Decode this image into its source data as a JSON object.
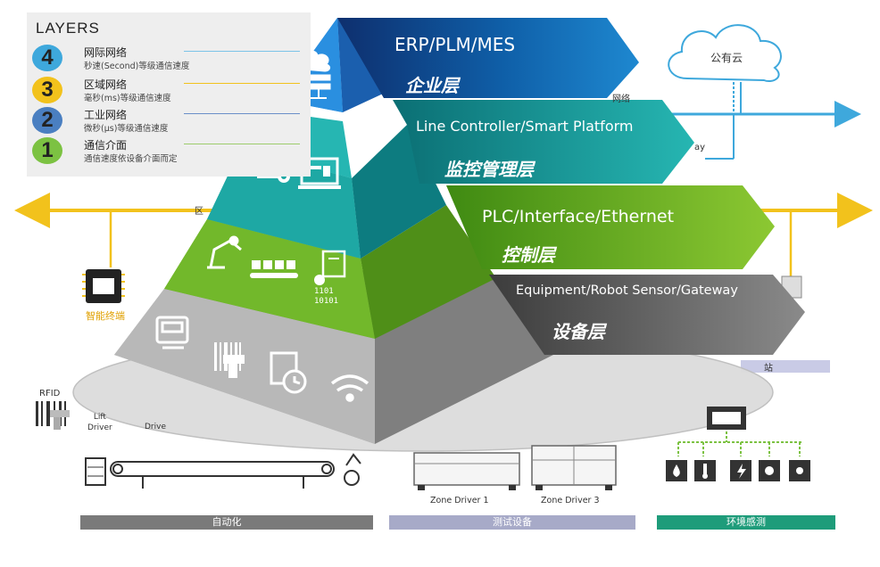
{
  "legend": {
    "title": "LAYERS",
    "items": [
      {
        "num": "4",
        "name": "网际网络",
        "desc": "秒速(Second)等级通信速度",
        "color": "#3ea8dc",
        "line": "#7cc4e8"
      },
      {
        "num": "3",
        "name": "区域网络",
        "desc": "毫秒(ms)等级通信速度",
        "color": "#f2c21c",
        "line": "#f2c21c"
      },
      {
        "num": "2",
        "name": "工业网络",
        "desc": "微秒(μs)等级通信速度",
        "color": "#4a7fc1",
        "line": "#6a8fc8"
      },
      {
        "num": "1",
        "name": "通信介面",
        "desc": "通信速度依设备介面而定",
        "color": "#7cc242",
        "line": "#9ccc6c"
      }
    ]
  },
  "background": {
    "cloud_label": "公有云",
    "smart_terminal": "智能终端",
    "rfid": "RFID",
    "lift_driver": "Lift\nDriver",
    "drive_partial": "Drive",
    "zone_driver_1": "Zone Driver 1",
    "zone_driver_3": "Zone Driver 3",
    "bars": [
      "自动化",
      "测试设备",
      "环境感测"
    ],
    "partial_texts": {
      "net": "网络",
      "way": "ay",
      "qu": "区",
      "zhan": "站"
    }
  },
  "layers": [
    {
      "title": "ERP/PLM/MES",
      "subtitle": "企业层",
      "color": "#10357a",
      "color2": "#1e7fc8"
    },
    {
      "title": "Line Controller/Smart Platform",
      "subtitle": "监控管理层",
      "color": "#0f8f96",
      "color2": "#28b4b4"
    },
    {
      "title": "PLC/Interface/Ethernet",
      "subtitle": "控制层",
      "color": "#4f9d18",
      "color2": "#8ac630"
    },
    {
      "title": "Equipment/Robot Sensor/Gateway",
      "subtitle": "设备层",
      "color": "#6b6b6b",
      "color2": "#9a9a9a"
    }
  ],
  "icons": {
    "top": [
      "cloud-server-icon"
    ],
    "mid_upper": [
      "database-gear-icon",
      "monitor-dashboard-icon"
    ],
    "mid_lower": [
      "robot-arm-icon",
      "conveyor-icon",
      "binary-document-icon"
    ],
    "bottom": [
      "hmi-panel-icon",
      "barcode-scanner-icon",
      "clock-document-icon",
      "wifi-icon"
    ],
    "binary_text": "1101\n10101"
  }
}
